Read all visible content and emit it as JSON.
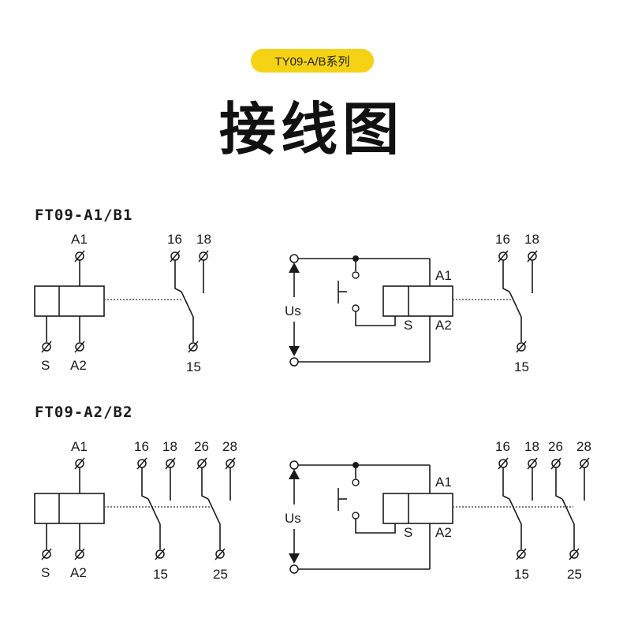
{
  "header": {
    "series_badge": "TY09-A/B系列",
    "title": "接线图"
  },
  "sections": [
    {
      "label": "FT09-A1/B1",
      "relay_terminals": {
        "top": "A1",
        "bottom_left": "S",
        "bottom_right": "A2"
      },
      "contact_terminals": {
        "nc": "16",
        "no": "18",
        "common": "15"
      },
      "circuit": {
        "voltage_label": "Us",
        "a1": "A1",
        "a2": "A2",
        "s": "S"
      },
      "circuit_contacts": {
        "nc": "16",
        "no": "18",
        "common": "15"
      }
    },
    {
      "label": "FT09-A2/B2",
      "relay_terminals": {
        "top": "A1",
        "bottom_left": "S",
        "bottom_right": "A2"
      },
      "contact_terminals": {
        "nc1": "16",
        "no1": "18",
        "nc2": "26",
        "no2": "28",
        "common1": "15",
        "common2": "25"
      },
      "circuit": {
        "voltage_label": "Us",
        "a1": "A1",
        "a2": "A2",
        "s": "S"
      },
      "circuit_contacts": {
        "nc1": "16",
        "no1": "18",
        "nc2": "26",
        "no2": "28",
        "common1": "15",
        "common2": "25"
      }
    }
  ],
  "colors": {
    "badge": "#f5d314",
    "line": "#1a1a1a"
  }
}
